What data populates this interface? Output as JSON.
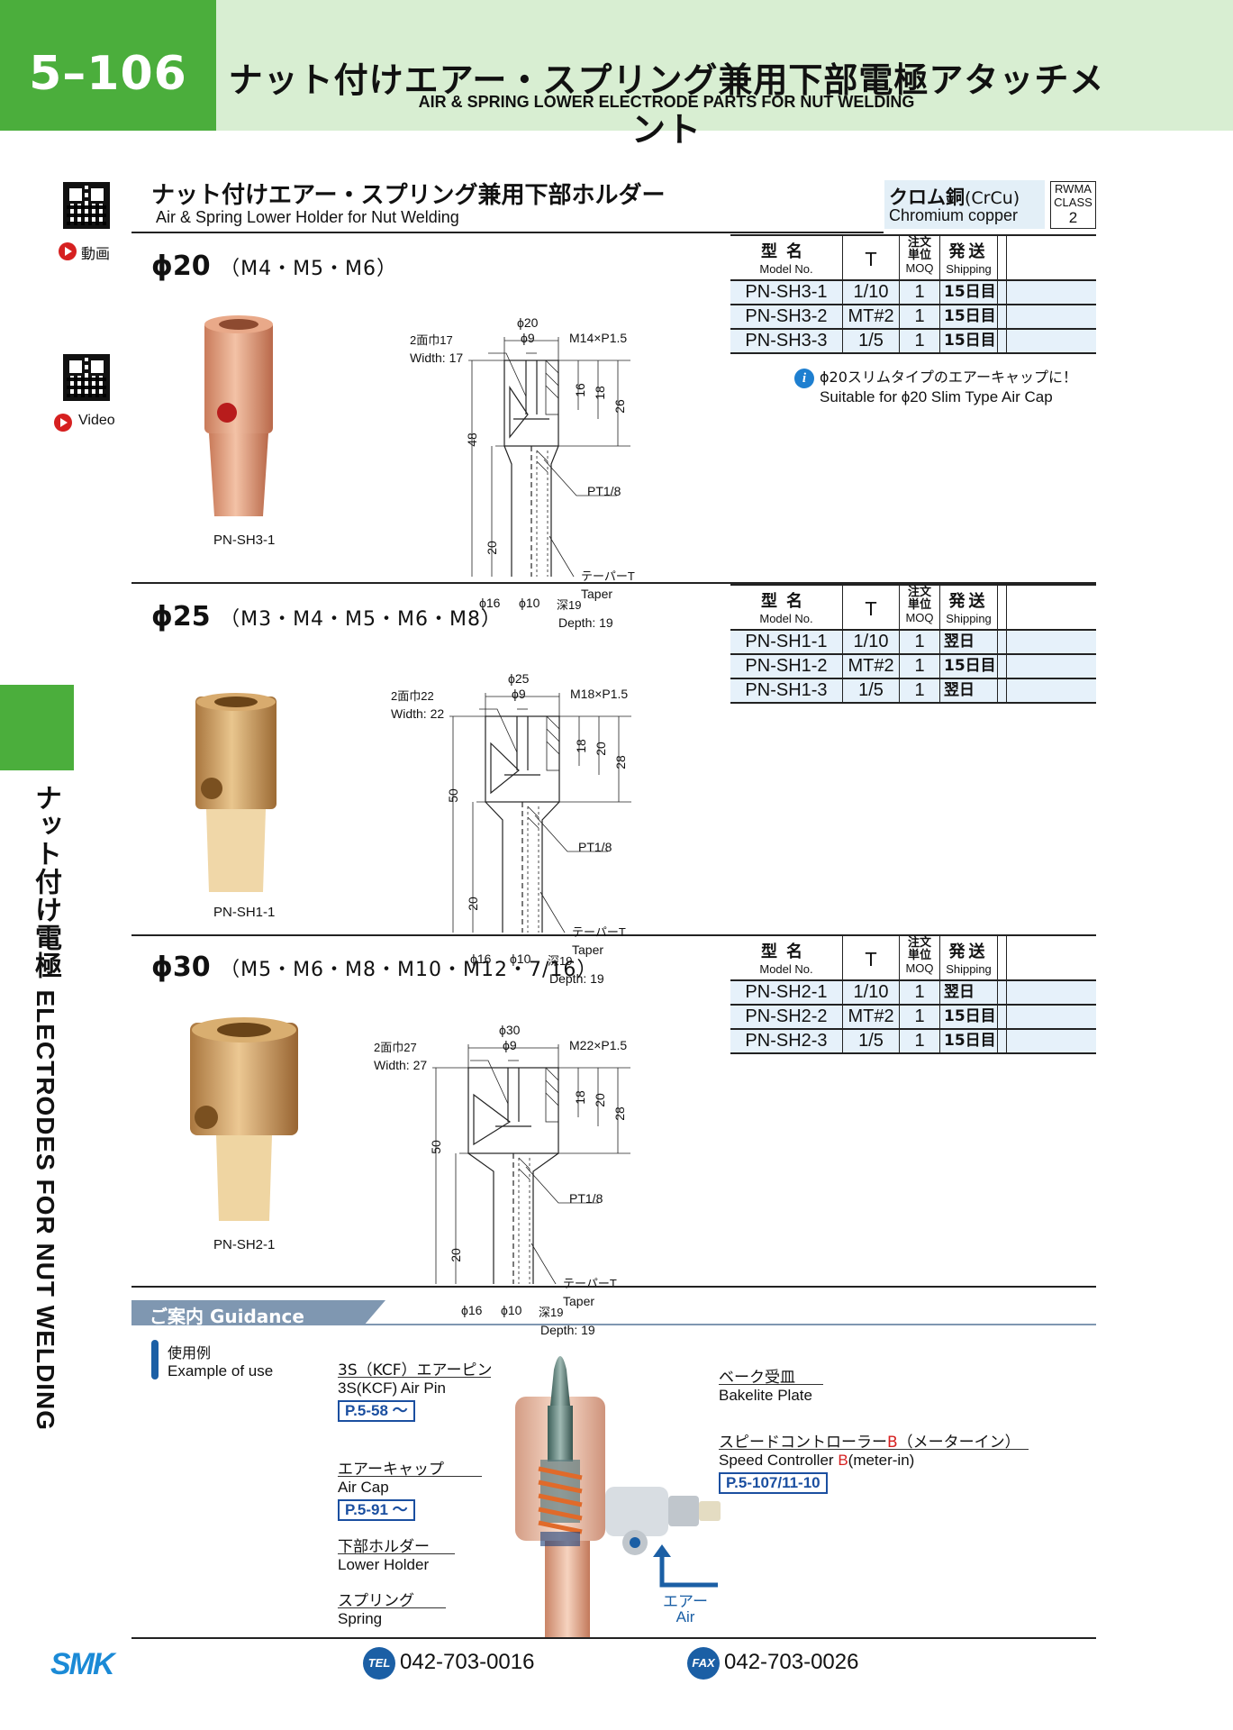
{
  "header": {
    "page_number": "5–106",
    "title_jp": "ナット付けエアー・スプリング兼用下部電極アタッチメント",
    "title_en": "AIR & SPRING LOWER ELECTRODE PARTS FOR NUT WELDING"
  },
  "side": {
    "label_jp": "ナット付け電極",
    "label_en": "ELECTRODES FOR NUT WELDING",
    "video_jp": "動画",
    "video_en": "Video"
  },
  "section": {
    "title_jp": "ナット付けエアー・スプリング兼用下部ホルダー",
    "title_en": "Air & Spring Lower Holder for Nut Welding",
    "material_jp": "クロム銅",
    "material_code": "(CrCu)",
    "material_en": "Chromium copper",
    "rwma_line1": "RWMA",
    "rwma_line2": "CLASS",
    "rwma_class": "2"
  },
  "table_header": {
    "model_jp": "型名",
    "model_en": "Model No.",
    "t": "T",
    "moq_jp1": "注文",
    "moq_jp2": "単位",
    "moq_en": "MOQ",
    "ship_jp": "発送",
    "ship_en": "Shipping"
  },
  "groups": [
    {
      "dia": "ϕ20",
      "threads": "（M4・M5・M6）",
      "photo_label": "PN-SH3-1",
      "rows": [
        {
          "model": "PN-SH3-1",
          "t": "1/10",
          "moq": "1",
          "ship": "15日目"
        },
        {
          "model": "PN-SH3-2",
          "t": "MT#2",
          "moq": "1",
          "ship": "15日目"
        },
        {
          "model": "PN-SH3-3",
          "t": "1/5",
          "moq": "1",
          "ship": "15日目"
        }
      ],
      "dims": {
        "od": "ϕ20",
        "id": "ϕ9",
        "thread": "M14×P1.5",
        "width_jp": "2面巾17",
        "width_en": "Width: 17",
        "h1": "16",
        "h2": "18",
        "h3": "26",
        "total": "48",
        "lower": "20",
        "pt": "PT1/8",
        "taper_jp": "テーパーT",
        "taper_en": "Taper",
        "tip_od": "ϕ16",
        "tip_id": "ϕ10",
        "depth_jp": "深19",
        "depth_en": "Depth: 19"
      }
    },
    {
      "dia": "ϕ25",
      "threads": "（M3・M4・M5・M6・M8）",
      "photo_label": "PN-SH1-1",
      "rows": [
        {
          "model": "PN-SH1-1",
          "t": "1/10",
          "moq": "1",
          "ship": "翌日"
        },
        {
          "model": "PN-SH1-2",
          "t": "MT#2",
          "moq": "1",
          "ship": "15日目"
        },
        {
          "model": "PN-SH1-3",
          "t": "1/5",
          "moq": "1",
          "ship": "翌日"
        }
      ],
      "dims": {
        "od": "ϕ25",
        "id": "ϕ9",
        "thread": "M18×P1.5",
        "width_jp": "2面巾22",
        "width_en": "Width: 22",
        "h1": "18",
        "h2": "20",
        "h3": "28",
        "total": "50",
        "lower": "20",
        "pt": "PT1/8",
        "taper_jp": "テーパーT",
        "taper_en": "Taper",
        "tip_od": "ϕ16",
        "tip_id": "ϕ10",
        "depth_jp": "深19",
        "depth_en": "Depth: 19"
      }
    },
    {
      "dia": "ϕ30",
      "threads": "（M5・M6・M8・M10・M12・7/16）",
      "photo_label": "PN-SH2-1",
      "rows": [
        {
          "model": "PN-SH2-1",
          "t": "1/10",
          "moq": "1",
          "ship": "翌日"
        },
        {
          "model": "PN-SH2-2",
          "t": "MT#2",
          "moq": "1",
          "ship": "15日目"
        },
        {
          "model": "PN-SH2-3",
          "t": "1/5",
          "moq": "1",
          "ship": "15日目"
        }
      ],
      "dims": {
        "od": "ϕ30",
        "id": "ϕ9",
        "thread": "M22×P1.5",
        "width_jp": "2面巾27",
        "width_en": "Width: 27",
        "h1": "18",
        "h2": "20",
        "h3": "28",
        "total": "50",
        "lower": "20",
        "pt": "PT1/8",
        "taper_jp": "テーパーT",
        "taper_en": "Taper",
        "tip_od": "ϕ16",
        "tip_id": "ϕ10",
        "depth_jp": "深19",
        "depth_en": "Depth: 19"
      }
    }
  ],
  "note": {
    "jp": "ϕ20スリムタイプのエアーキャップに！",
    "en": "Suitable for ϕ20 Slim Type Air Cap"
  },
  "guidance": {
    "title": "ご案内 Guidance",
    "usage_jp": "使用例",
    "usage_en": "Example of use",
    "air_pin_jp": "3S（KCF）エアーピン",
    "air_pin_en": "3S(KCF) Air Pin",
    "air_pin_ref": "P.5-58 ～",
    "air_cap_jp": "エアーキャップ",
    "air_cap_en": "Air Cap",
    "air_cap_ref": "P.5-91 ～",
    "lower_holder_jp": "下部ホルダー",
    "lower_holder_en": "Lower Holder",
    "spring_jp": "スプリング",
    "spring_en": "Spring",
    "bakelite_jp": "ベーク受皿",
    "bakelite_en": "Bakelite Plate",
    "speed_jp_a": "スピードコントローラー",
    "speed_jp_b": "B",
    "speed_jp_c": "（メーターイン）",
    "speed_en_a": "Speed Controller ",
    "speed_en_b": "B",
    "speed_en_c": "(meter-in)",
    "speed_ref": "P.5-107/11-10",
    "air_jp": "エアー",
    "air_en": "Air"
  },
  "footer": {
    "logo": "SMK",
    "tel_label": "TEL",
    "tel": "042-703-0016",
    "fax_label": "FAX",
    "fax": "042-703-0026"
  },
  "colors": {
    "brand_green": "#4bae3c",
    "header_band": "#d8eed2",
    "table_row": "#e6f1fa",
    "accent_blue": "#1b5fa5"
  }
}
